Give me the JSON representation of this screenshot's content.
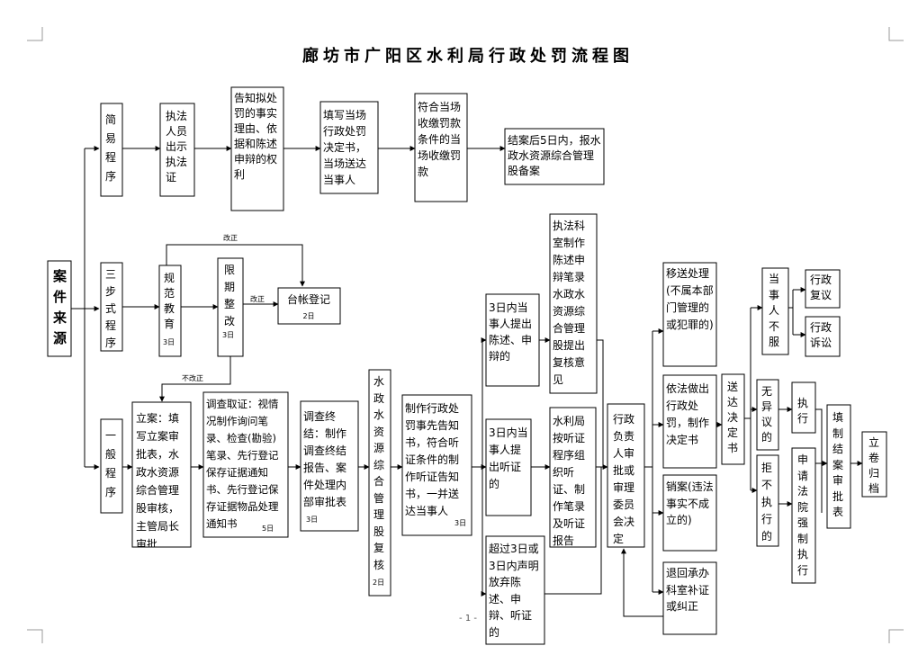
{
  "title": "廊坊市广阳区水利局行政处罚流程图",
  "page_number": "- 1 -",
  "nodes": {
    "source": "案件来源",
    "simple": "简易程序",
    "simple_show_id": "执法人员出示执法证",
    "simple_notify": "告知拟处罚的事实理由、依据和陈述申辩的权利",
    "simple_decision": "填写当场行政处罚决定书，当场送达当事人",
    "simple_collect": "符合当场收缴罚款条件的当场收缴罚款",
    "simple_report": "结案后5日内，报水政水资源综合管理股备案",
    "three_step": "三步式程序",
    "regulate_edu": "规范教育",
    "deadline_fix": "限期整改",
    "ledger": "台帐登记",
    "general": "一般程序",
    "filing": "立案：填写立案审批表，水政水资源综合管理股审核，主管局长审批",
    "investigate": "调查取证：视情况制作询问笔录、检查(勘验)笔录、先行登记保存证据通知书、先行登记保存证据物品处理通知书",
    "inv_end": "调查终结：制作调查终结报告、案件处理内部审批表",
    "review": "水政水资源综合管理股复核",
    "pre_notice": "制作行政处罚事先告知书，符合听证条件的制作听证告知书，一并送达当事人",
    "state_3d": "3日内当事人提出陈述、申辩的",
    "hearing_3d": "3日内当事人提出听证的",
    "give_up": "超过3日或3日内声明放弃陈述、申辩、听证的",
    "law_room": "执法科室制作陈述申辩笔录水政水资源综合管理股提出复核意见",
    "hearing_org": "水利局按听证程序组织听证、制作笔录及听证报告",
    "head_decide": "行政负责人审批或审理委员会决定",
    "transfer": "移送处理(不属本部门管理的或犯罪的)",
    "penalty_decision": "依法做出行政处罚，制作决定书",
    "revoke": "销案(违法事实不成立的)",
    "return_correct": "退回承办科室补证或纠正",
    "serve": "送达决定书",
    "no_objection": "无异议的",
    "refuse": "拒不执行的",
    "dissatisfied": "当事人不服",
    "admin_reconsider": "行政复议",
    "admin_suit": "行政诉讼",
    "execute": "执行",
    "court_enforce": "申请法院强制执行",
    "close_approval": "填制结案审批表",
    "archive": "立卷归档"
  },
  "durations": {
    "edu": "3日",
    "fix": "3日",
    "ledger": "2日",
    "investigate": "5日",
    "inv_end": "3日",
    "review": "2日",
    "pre_notice": "3日"
  },
  "edge_labels": {
    "corrected_top": "改正",
    "corrected_mid": "改正",
    "not_corrected": "不改正"
  }
}
